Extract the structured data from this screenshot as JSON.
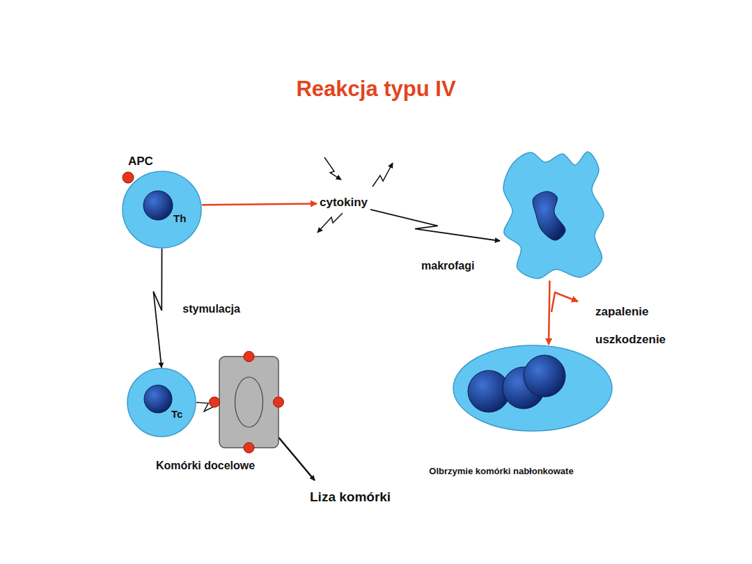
{
  "diagram": {
    "title": "Reakcja typu IV",
    "nodes": [
      {
        "text": [
          "Th"
        ]
      },
      {
        "text": [
          "cytokiny"
        ]
      },
      {
        "text": [
          "makrofagi"
        ]
      },
      {
        "text": [
          "Tc"
        ]
      },
      {
        "text": [
          "Komórki docelowe"
        ]
      },
      {
        "text": [
          "Olbrzymie komórki nabłonkowate"
        ]
      }
    ],
    "edges": [
      {
        "from": 0,
        "to": 1,
        "arrow": "to"
      },
      {
        "from": 1,
        "to": 2,
        "arrow": "to"
      },
      {
        "from": 0,
        "to": 3,
        "label": "stymulacja",
        "arrow": "to"
      },
      {
        "from": 3,
        "to": 4,
        "arrow": "none"
      },
      {
        "from": 2,
        "to": 5,
        "arrow": "to"
      }
    ],
    "labels": [
      "APC",
      "zapalenie",
      "uszkodzenie",
      "Liza komórki"
    ]
  }
}
